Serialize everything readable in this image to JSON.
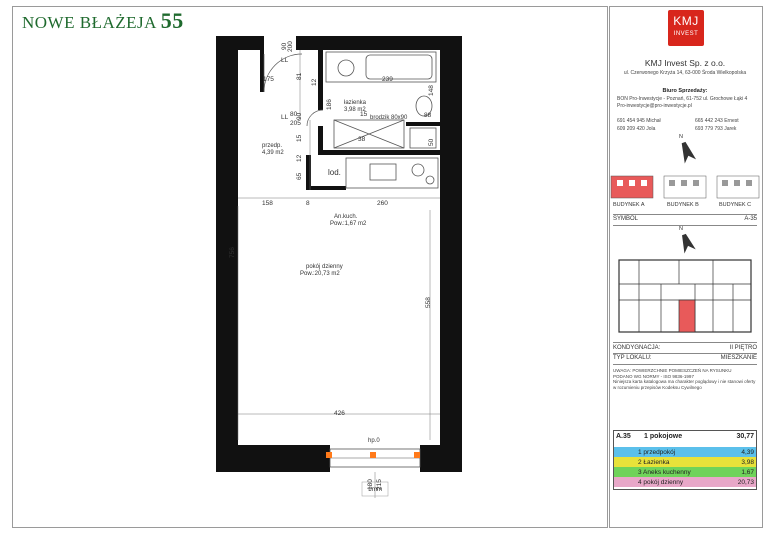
{
  "project": {
    "name": "NOWE BŁAŻEJA",
    "number": "55"
  },
  "company": {
    "logo_top": "KMJ",
    "logo_bottom": "INVEST",
    "name": "KMJ Invest Sp. z o.o.",
    "address": "ul. Czerwonego Krzyża 14, 63-000 Środa Wielkopolska"
  },
  "sales": {
    "heading": "Biuro Sprzedaży:",
    "line1": "BON Pro-Inwestycje - Poznań, 61-752 ul. Grochowe Łąki 4",
    "line2": "Pro-inwestycje@pro-inwestycje.pl",
    "contacts": [
      {
        "phone": "691 454 945",
        "name": "Michał"
      },
      {
        "phone": "665 442 243",
        "name": "Ernest"
      },
      {
        "phone": "609 209 420",
        "name": "Jola"
      },
      {
        "phone": "693 779 793",
        "name": "Jarek"
      }
    ]
  },
  "north_label": "N",
  "buildings": [
    {
      "label": "BUDYNEK A",
      "active": true
    },
    {
      "label": "BUDYNEK B",
      "active": false
    },
    {
      "label": "BUDYNEK C",
      "active": false
    }
  ],
  "symbol": {
    "label": "SYMBOL",
    "value": "A-35"
  },
  "floor": {
    "label": "KONDYGNACJA:",
    "value": "II PIĘTRO"
  },
  "unit_type": {
    "label": "TYP LOKALU:",
    "value": "MIESZKANIE"
  },
  "note": {
    "line1": "UWAGA: POWIERZCHNIE POMIESZCZEŃ NA RYSUNKU",
    "line2": "PODANO WG NORMY - ISO 9836-1997",
    "line3": "Niniejsza karta katalogowa ma charakter poglądowy i nie stanowi oferty w rozumieniu przepisów Kodeksu Cywilnego"
  },
  "areas": {
    "unit": "A.35",
    "type": "1 pokojowe",
    "total": "30,77",
    "rows": [
      {
        "name": "1 przedpokój",
        "value": "4,39",
        "color": "#5bc0eb"
      },
      {
        "name": "2 Łazienka",
        "value": "3,98",
        "color": "#e8e23a"
      },
      {
        "name": "3 Aneks kuchenny",
        "value": "1,67",
        "color": "#6fd35a"
      },
      {
        "name": "4 pokój dzienny",
        "value": "20,73",
        "color": "#e8a7c8"
      }
    ]
  },
  "plan": {
    "rooms": {
      "bath_name": "łazienka",
      "bath_area": "3,98 m2",
      "tray": "brodzik 80x90",
      "hall_name": "przedp.",
      "hall_area": "4,39 m2",
      "fridge": "lod.",
      "kitchen_name": "An.kuch.",
      "kitchen_area": "Pow.:1,67 m2",
      "living_name": "pokój dzienny",
      "living_area": "Pow.:20,73 m2",
      "sill": "hp.0"
    },
    "dims": {
      "top_a": "90",
      "top_b": "200",
      "d175": "175",
      "d81": "81",
      "d12a": "12",
      "d239": "239",
      "d186": "186",
      "d148": "148",
      "d90": "90",
      "d80": "80",
      "d205": "205",
      "d15a": "15",
      "d88": "88",
      "d15b": "15",
      "d12b": "12",
      "d38": "38",
      "d50": "50",
      "d65": "65",
      "d158": "158",
      "d8": "8",
      "d260": "260",
      "d756": "756",
      "d558": "558",
      "d426": "426",
      "d180": "180",
      "d215": "215",
      "scale": "1mm",
      "ll1": "LL",
      "ll2": "LL"
    }
  }
}
